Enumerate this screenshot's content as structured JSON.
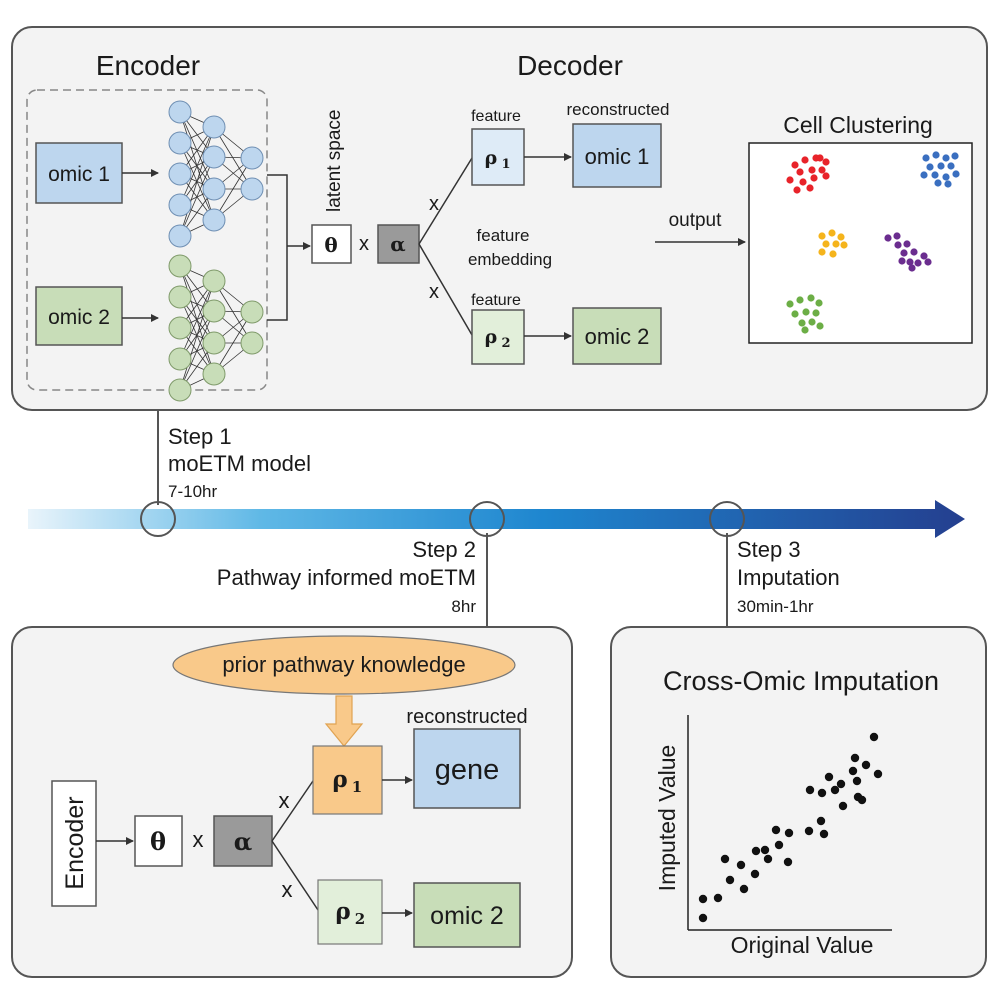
{
  "top_panel": {
    "encoder_title": "Encoder",
    "decoder_title": "Decoder",
    "omic1": "omic 1",
    "omic2": "omic 2",
    "latent_space": "latent space",
    "theta": "θ",
    "times": "x",
    "alpha": "α",
    "feature_top": "feature",
    "reconstructed": "reconstructed",
    "rho1": "ρ",
    "rho1_sub": "1",
    "out_omic1": "omic 1",
    "feature_embedding_1": "feature",
    "feature_embedding_2": "embedding",
    "feature_bottom": "feature",
    "rho2": "ρ",
    "rho2_sub": "2",
    "out_omic2": "omic 2",
    "output": "output",
    "cell_clustering": "Cell Clustering",
    "cluster_colors": [
      "#e8232a",
      "#3a6fc0",
      "#f5b41c",
      "#6b2d8f",
      "#6cae46"
    ]
  },
  "timeline": {
    "step1_title": "Step 1",
    "step1_name": "moETM model",
    "step1_time": "7-10hr",
    "step2_title": "Step 2",
    "step2_name": "Pathway informed moETM",
    "step2_time": "8hr",
    "step3_title": "Step 3",
    "step3_name": "Imputation",
    "step3_time": "30min-1hr"
  },
  "bottom_left": {
    "prior": "prior pathway knowledge",
    "reconstructed": "reconstructed",
    "encoder": "Encoder",
    "theta": "θ",
    "times": "x",
    "alpha": "α",
    "rho1": "ρ",
    "rho1_sub": "1",
    "gene": "gene",
    "rho2": "ρ",
    "rho2_sub": "2",
    "omic2": "omic 2"
  },
  "bottom_right": {
    "title": "Cross-Omic Imputation",
    "ylabel": "Imputed Value",
    "xlabel": "Original Value"
  }
}
